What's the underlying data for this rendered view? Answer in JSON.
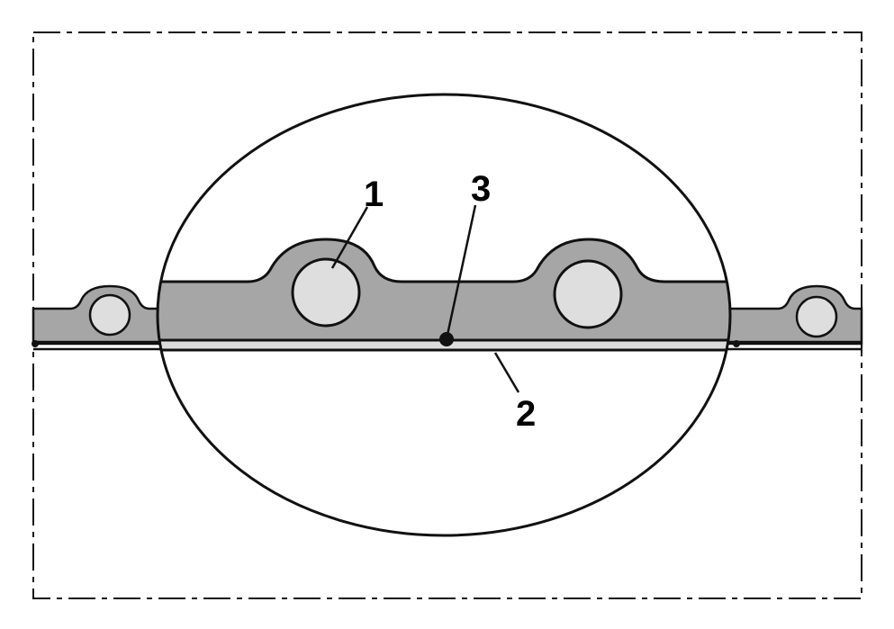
{
  "diagram": {
    "callouts": [
      {
        "id": "1",
        "label": "1"
      },
      {
        "id": "2",
        "label": "2"
      },
      {
        "id": "3",
        "label": "3"
      }
    ],
    "colors": {
      "background": "#ffffff",
      "outline": "#111111",
      "hose_wall": "#a6a6a6",
      "helix_wire": "#dedede",
      "liner": "#dcdcdc",
      "border_dash": "#111111",
      "label": "#000000"
    }
  }
}
